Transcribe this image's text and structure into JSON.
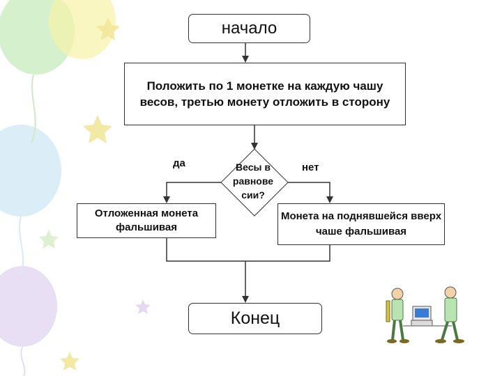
{
  "flowchart": {
    "start_label": "начало",
    "step1_label": "Положить по 1 монетке на каждую чашу весов, третью монету отложить в сторону",
    "decision_label": "Весы в равнове сии?",
    "yes_label": "да",
    "no_label": "нет",
    "left_result_label": "Отложенная монета фальшивая",
    "right_result_label": "Монета на поднявшейся вверх чаше фальшивая",
    "end_label": "Конец"
  },
  "colors": {
    "balloon_green": "#c9ecc0",
    "balloon_yellow": "#f6f2a8",
    "balloon_blue": "#cfe8f4",
    "balloon_purple": "#e2d4f0",
    "star": "#f1e79b",
    "line": "#333333"
  },
  "decorations": {
    "background_icon": "balloons-and-stars-icon",
    "clipart_icon": "two-people-at-computer-icon"
  }
}
